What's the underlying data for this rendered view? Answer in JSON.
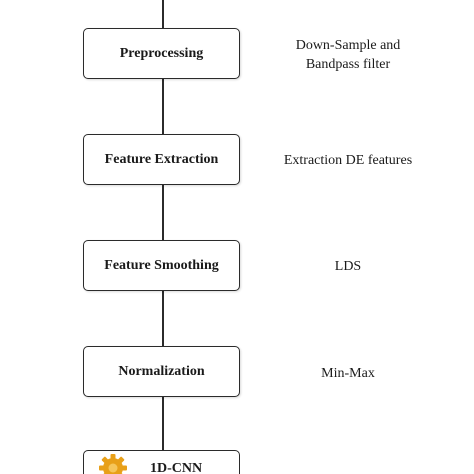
{
  "steps": [
    {
      "label": "Preprocessing",
      "note_lines": [
        "Down-Sample and",
        "Bandpass filter"
      ]
    },
    {
      "label": "Feature Extraction",
      "note_lines": [
        "Extraction DE features"
      ]
    },
    {
      "label": "Feature Smoothing",
      "note_lines": [
        "LDS"
      ]
    },
    {
      "label": "Normalization",
      "note_lines": [
        "Min-Max"
      ]
    }
  ],
  "final_step": {
    "label": "1D-CNN",
    "icon": "gear-icon"
  },
  "colors": {
    "line": "#2b2b2b",
    "gear_fill": "#e8a019",
    "gear_center": "#f6c65b"
  }
}
